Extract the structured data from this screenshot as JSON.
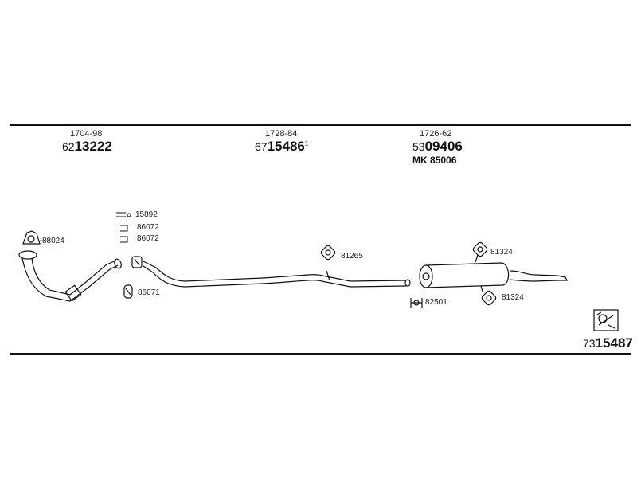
{
  "parts": [
    {
      "code": "1704-98",
      "prefix": "62",
      "number": "13222",
      "sup": ""
    },
    {
      "code": "1728-84",
      "prefix": "67",
      "number": "15486",
      "sup": "1"
    },
    {
      "code": "1726-62",
      "prefix": "53",
      "number": "09406",
      "sup": ""
    }
  ],
  "mk": "MK 85006",
  "callouts": {
    "gasket_front": "88024",
    "clamp_bracket": "15892",
    "rubber_1": "86072",
    "rubber_2": "86072",
    "ring_86071": "86071",
    "ring_81265": "81265",
    "ring_81324_top": "81324",
    "ring_81324_bottom": "81324",
    "clamp_82501": "82501"
  },
  "kit": {
    "prefix": "73",
    "number": "15487"
  }
}
